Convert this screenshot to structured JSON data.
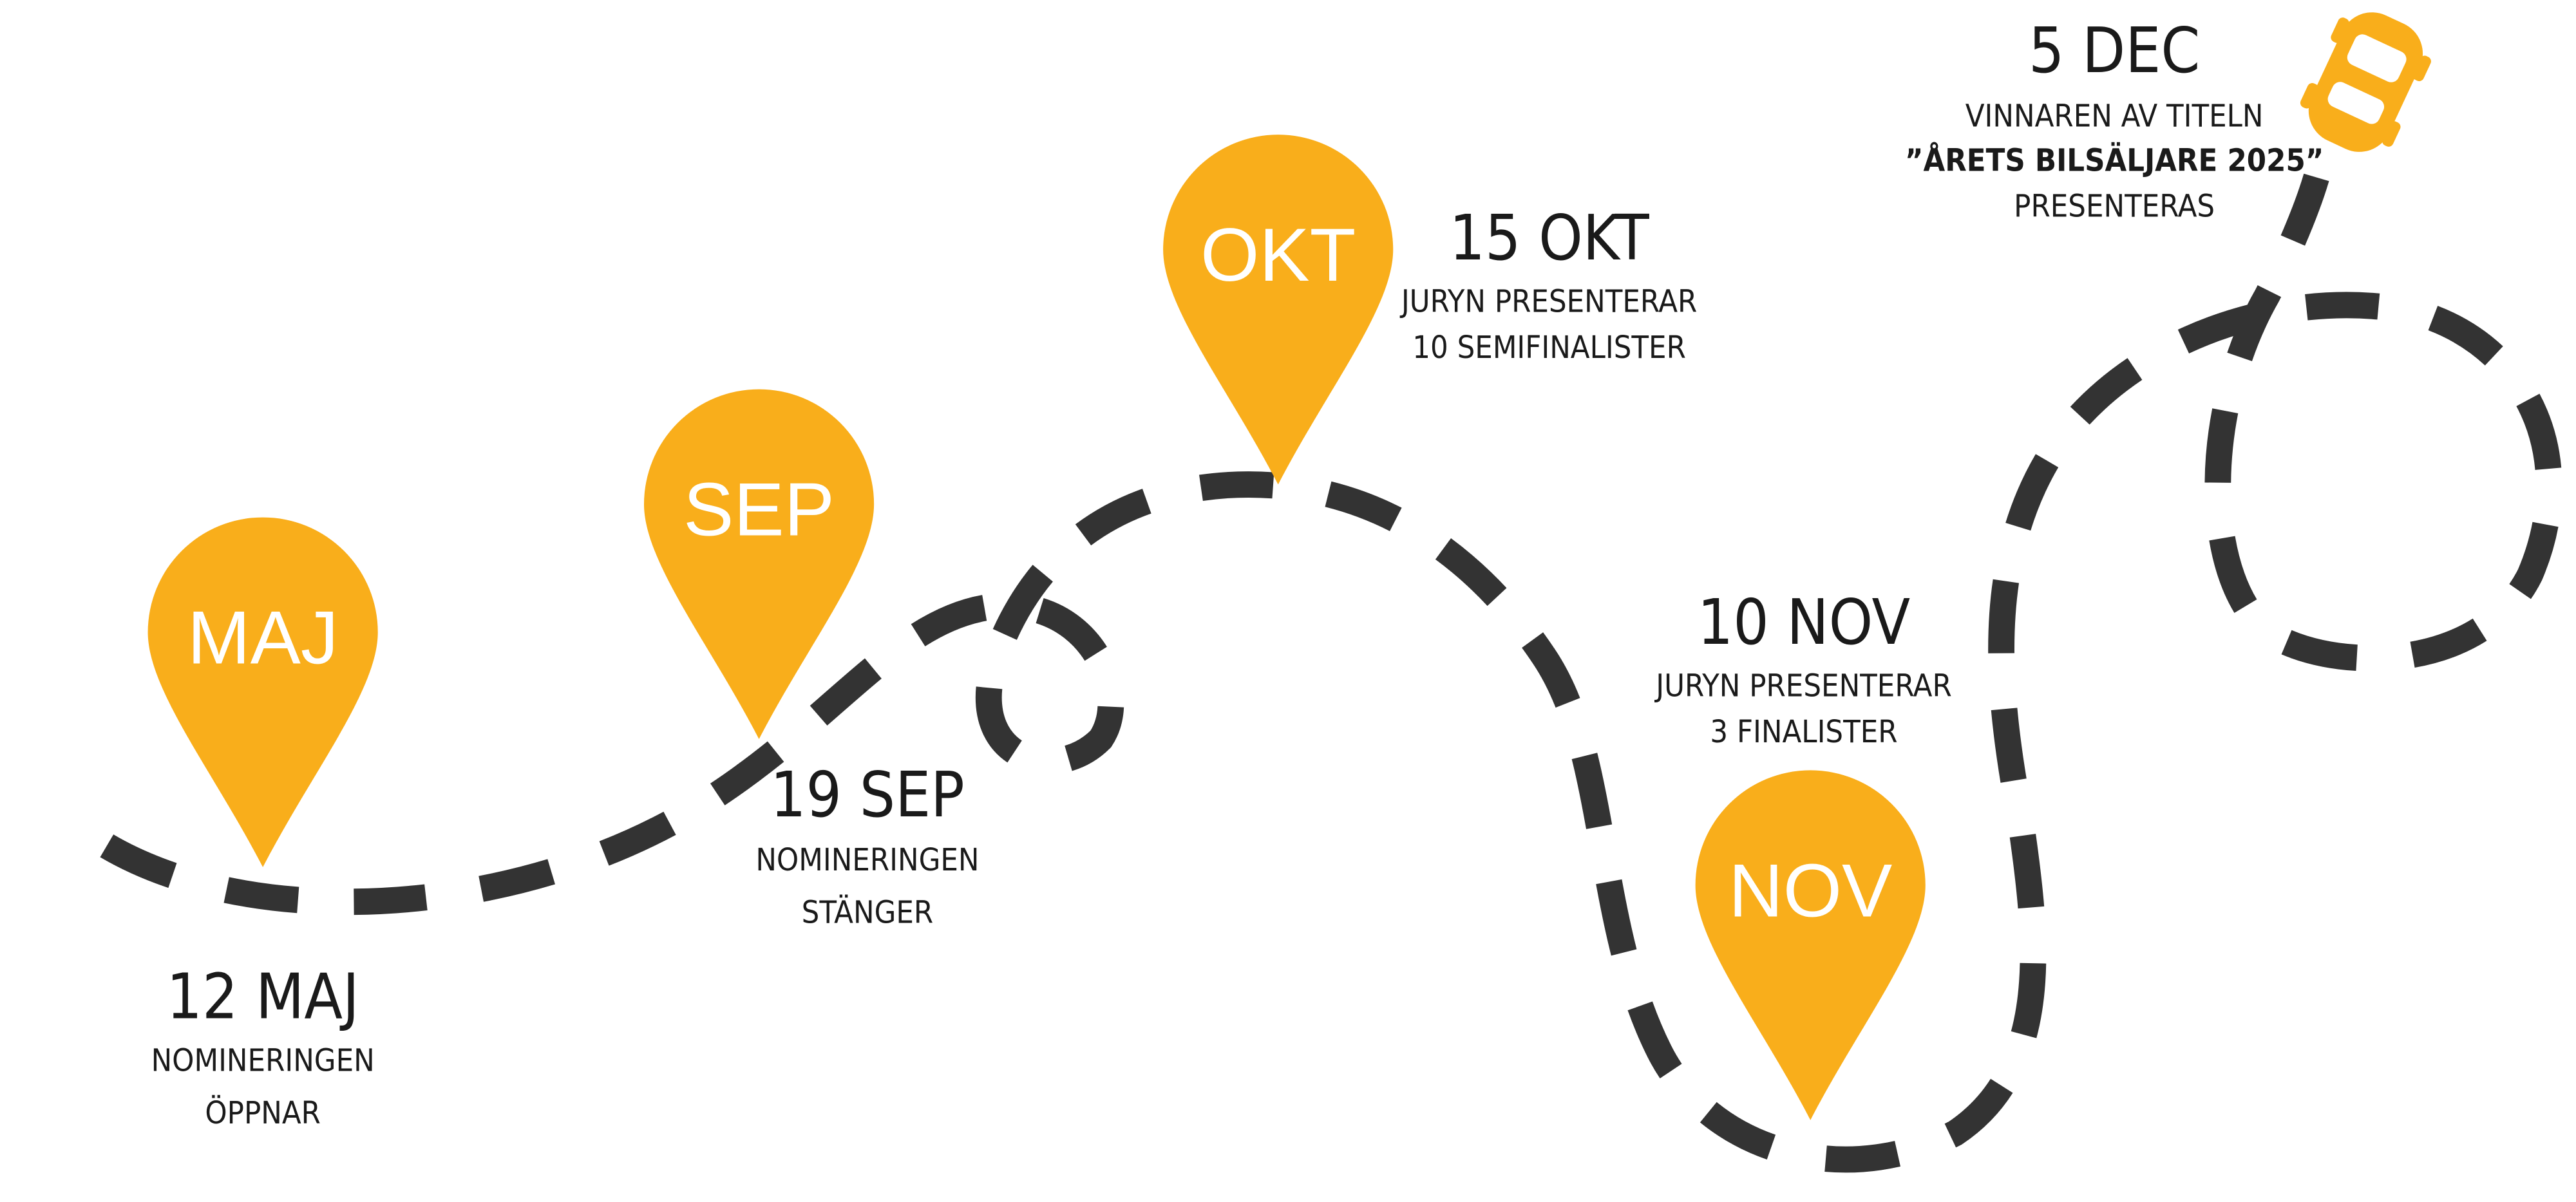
{
  "colors": {
    "pin": "#F9AE1B",
    "road": "#333333",
    "text": "#1a1a1a"
  },
  "milestones": [
    {
      "pin": "MAJ",
      "date": "12 MAJ",
      "lines": [
        "NOMINERINGEN",
        "ÖPPNAR"
      ]
    },
    {
      "pin": "SEP",
      "date": "19 SEP",
      "lines": [
        "NOMINERINGEN",
        "STÄNGER"
      ]
    },
    {
      "pin": "OKT",
      "date": "15 OKT",
      "lines": [
        "JURYN PRESENTERAR",
        "10 SEMIFINALISTER"
      ]
    },
    {
      "pin": "NOV",
      "date": "10 NOV",
      "lines": [
        "JURYN PRESENTERAR",
        "3 FINALISTER"
      ]
    }
  ],
  "finale": {
    "date": "5 DEC",
    "line1": "VINNAREN AV TITELN",
    "line2": "”ÅRETS BILSÄLJARE 2025”",
    "line3": "PRESENTERAS",
    "icon": "car-icon"
  }
}
